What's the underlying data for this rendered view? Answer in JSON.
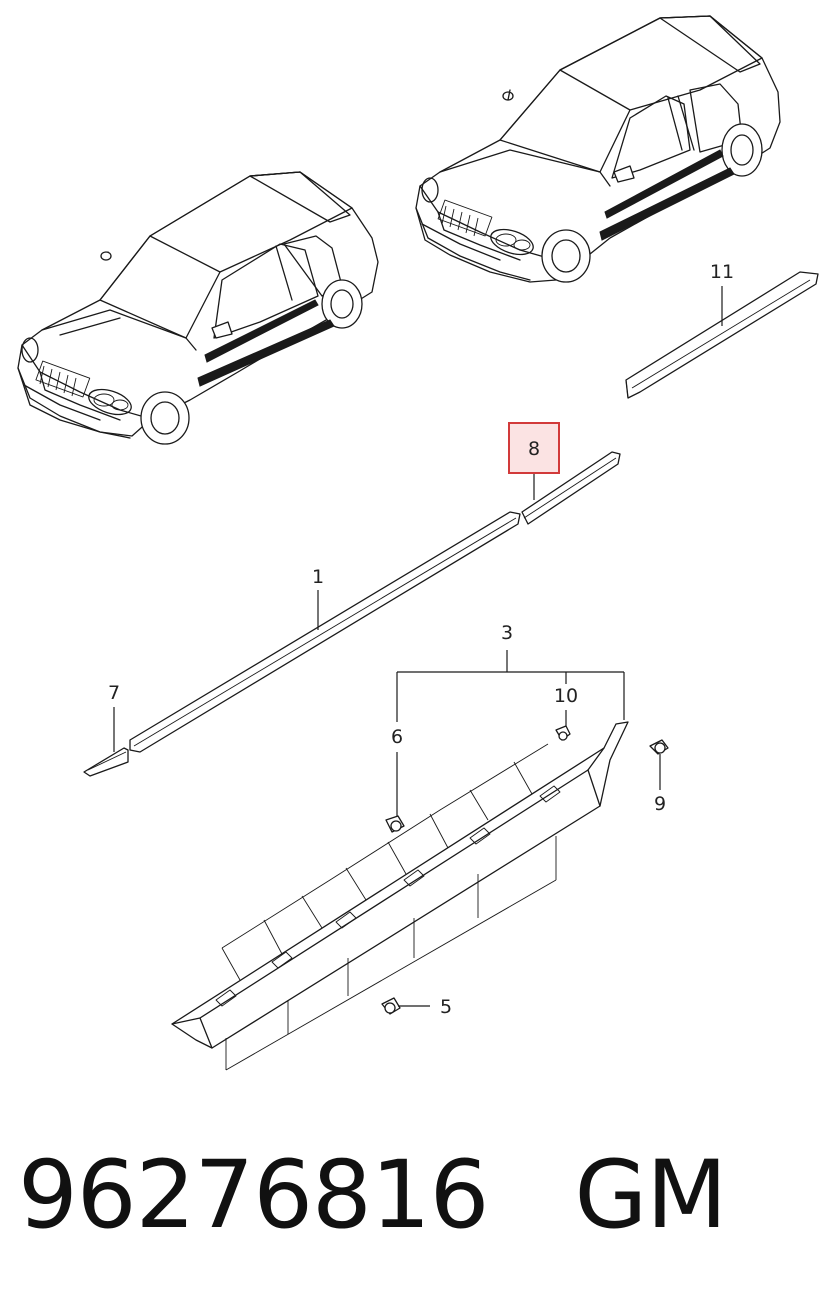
{
  "callouts": {
    "p1": "1",
    "p3": "3",
    "p5": "5",
    "p6": "6",
    "p7": "7",
    "p8": "8",
    "p9": "9",
    "p10": "10",
    "p11": "11"
  },
  "highlight_color": "#d23a3a",
  "footer": {
    "part_number": "96276816",
    "brand": "GM"
  }
}
